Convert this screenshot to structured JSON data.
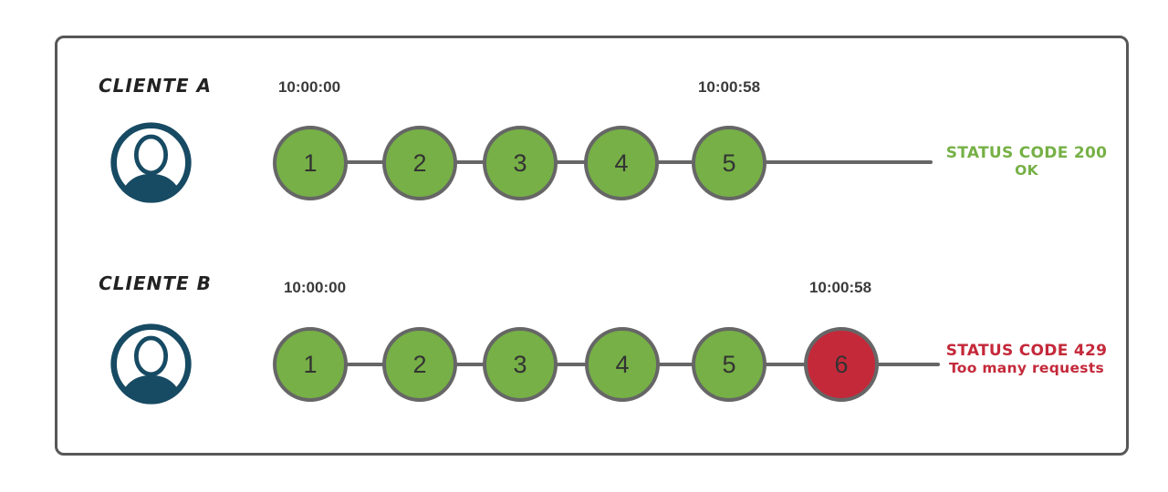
{
  "colors": {
    "success_green": "#76b046",
    "error_red": "#c4293a",
    "line_gray": "#666666",
    "frame_border_gray": "#575757",
    "avatar_navy": "#174a63",
    "timestamp_dark": "#3a3a3a"
  },
  "rows": [
    {
      "client_label": "CLIENTE A",
      "start_time": "10:00:00",
      "end_time": "10:00:58",
      "requests": [
        {
          "label": "1",
          "status": "ok"
        },
        {
          "label": "2",
          "status": "ok"
        },
        {
          "label": "3",
          "status": "ok"
        },
        {
          "label": "4",
          "status": "ok"
        },
        {
          "label": "5",
          "status": "ok"
        }
      ],
      "status_code_text": "STATUS CODE 200",
      "status_detail_text": "OK"
    },
    {
      "client_label": "CLIENTE B",
      "start_time": "10:00:00",
      "end_time": "10:00:58",
      "requests": [
        {
          "label": "1",
          "status": "ok"
        },
        {
          "label": "2",
          "status": "ok"
        },
        {
          "label": "3",
          "status": "ok"
        },
        {
          "label": "4",
          "status": "ok"
        },
        {
          "label": "5",
          "status": "ok"
        },
        {
          "label": "6",
          "status": "rate-limited"
        }
      ],
      "status_code_text": "STATUS CODE 429",
      "status_detail_text": "Too many requests"
    }
  ]
}
